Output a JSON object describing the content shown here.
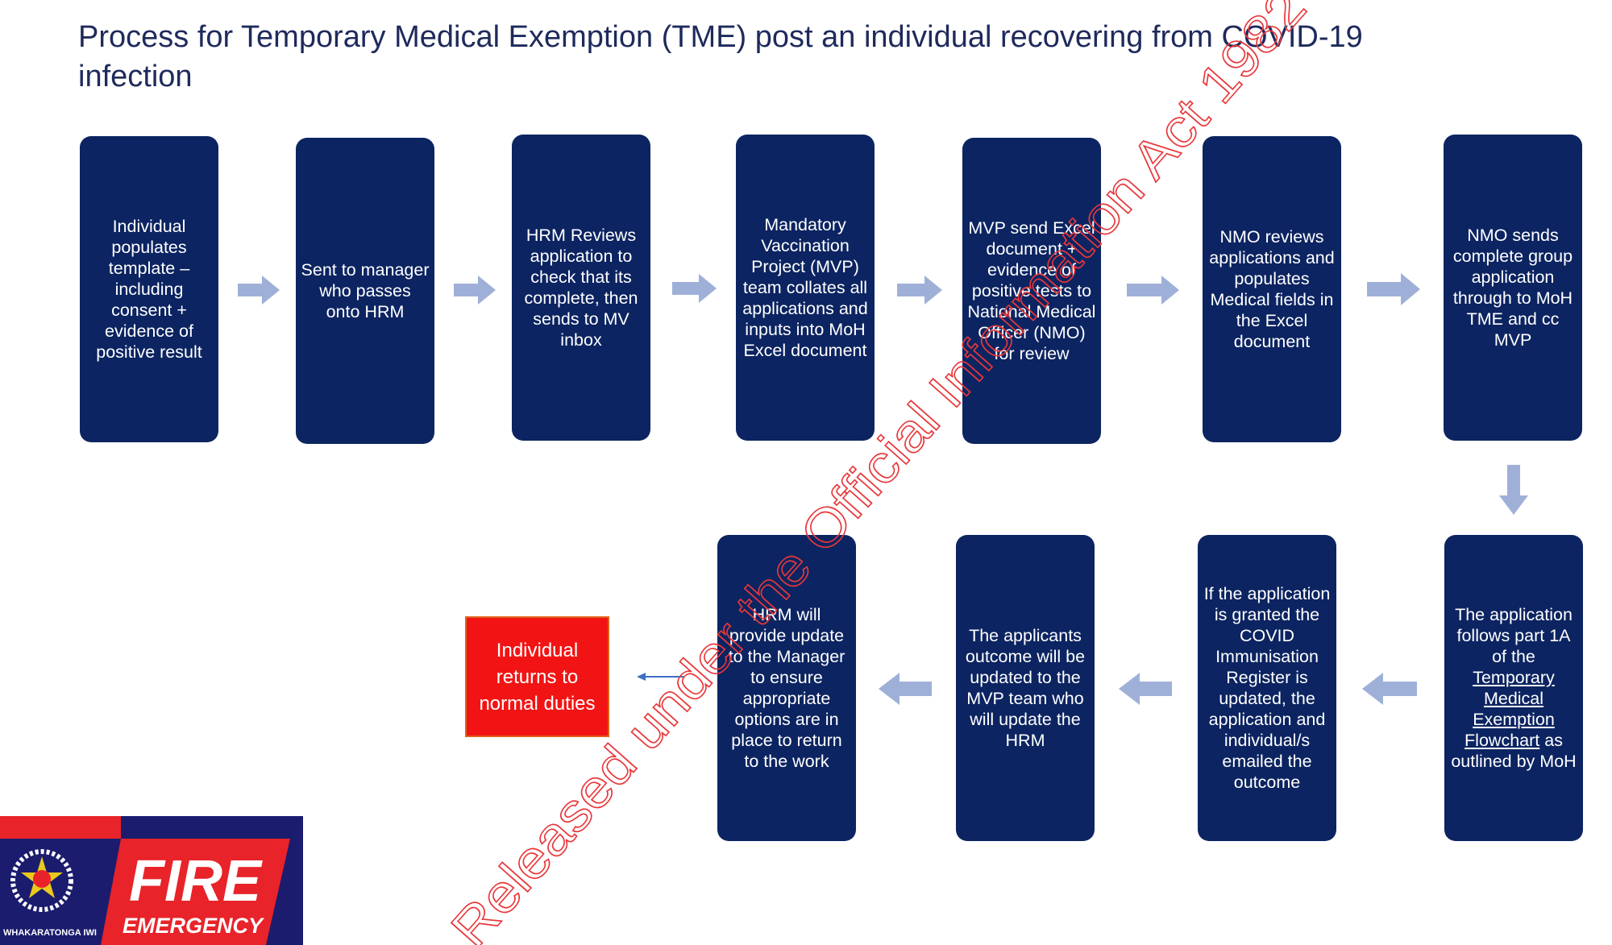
{
  "title": "Process for Temporary Medical Exemption (TME) post an individual recovering from COVID-19 infection",
  "steps_top": [
    "Individual populates template – including consent + evidence of positive result",
    "Sent to manager who passes onto HRM",
    "HRM Reviews application to check that its complete, then sends to MV inbox",
    "Mandatory Vaccination Project (MVP) team collates all applications and inputs into MoH Excel document",
    "MVP send Excel document + evidence of positive tests to National Medical Officer (NMO) for review",
    "NMO reviews applications and populates Medical fields in the Excel document",
    "NMO sends complete group application through to MoH TME and cc MVP"
  ],
  "step8": {
    "pre": "The application follows part 1A of the",
    "link": "Temporary Medical Exemption Flowchart",
    "post": "as outlined by MoH"
  },
  "steps_bottom": [
    "If the application is granted the COVID Immunisation Register is updated, the application and individual/s emailed the outcome",
    "The applicants outcome will be updated to the MVP team who will update the HRM",
    "HRM will provide update to the Manager to ensure appropriate options are in place to return to the work"
  ],
  "final_step": "Individual returns to normal duties",
  "logo": {
    "text1": "FIRE",
    "text2": "EMERGENCY",
    "text3": "WHAKARATONGA IWI"
  },
  "watermark": "Released under the Official Information Act 1982",
  "colors": {
    "box": "#0c2461",
    "arrow": "#9fb0d8",
    "final": "#f21414",
    "watermark": "#e8373a"
  }
}
